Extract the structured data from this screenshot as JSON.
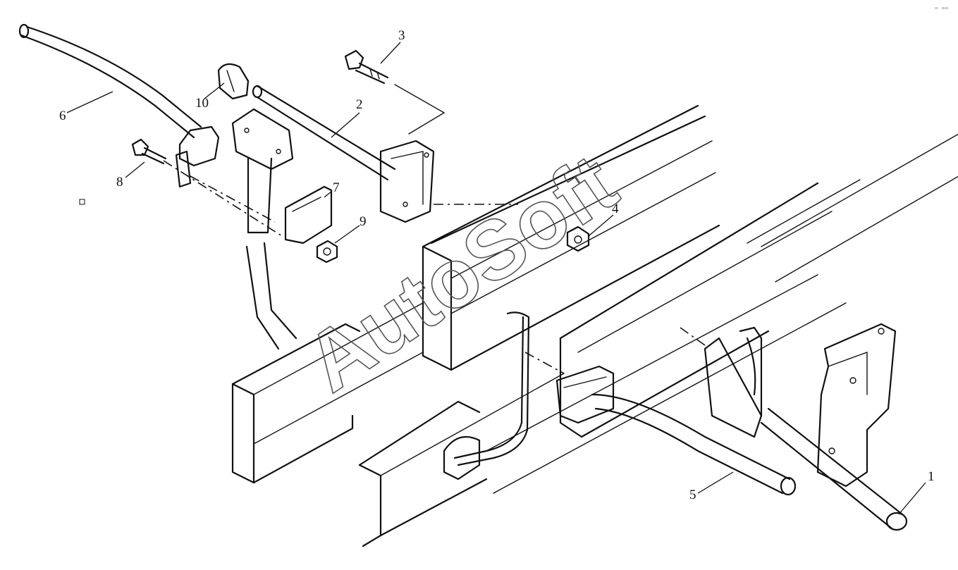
{
  "callouts": [
    {
      "id": "1",
      "label": "1"
    },
    {
      "id": "2",
      "label": "2"
    },
    {
      "id": "3",
      "label": "3"
    },
    {
      "id": "4",
      "label": "4"
    },
    {
      "id": "5",
      "label": "5"
    },
    {
      "id": "6",
      "label": "6"
    },
    {
      "id": "7",
      "label": "7"
    },
    {
      "id": "8",
      "label": "8"
    },
    {
      "id": "9",
      "label": "9"
    },
    {
      "id": "10",
      "label": "10"
    }
  ],
  "watermark": "AutoSoft",
  "corner_mark": "∞ ∞∞"
}
